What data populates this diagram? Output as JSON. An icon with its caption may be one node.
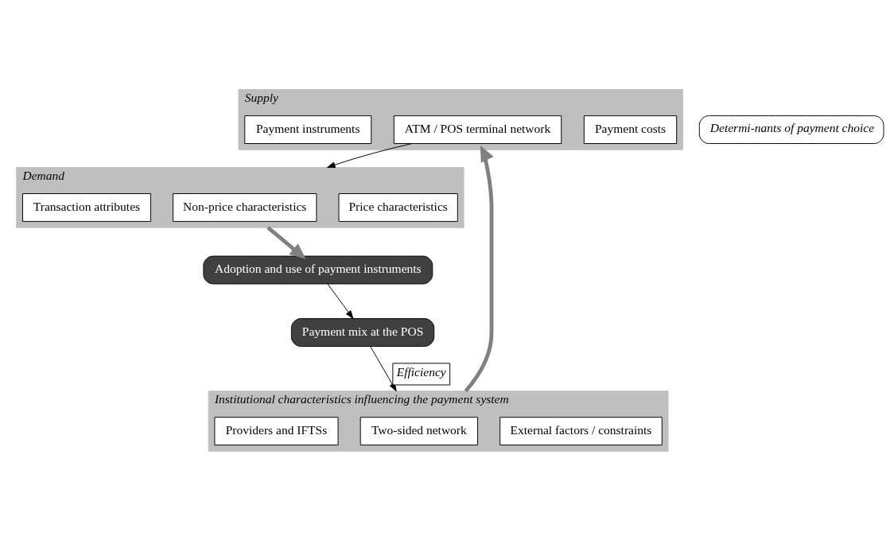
{
  "diagram": {
    "nodes": [
      {
        "text": [
          "Supply"
        ]
      },
      {
        "text": [
          "Payment costs"
        ],
        "in": 0
      },
      {
        "text": [
          "ATM / POS terminal network"
        ],
        "in": 0
      },
      {
        "text": [
          "Payment instruments"
        ],
        "in": 0
      },
      {
        "text": [
          "Demand"
        ]
      },
      {
        "text": [
          "Price characteristics"
        ],
        "in": 4
      },
      {
        "text": [
          "Non-price characteristics"
        ],
        "in": 4
      },
      {
        "text": [
          "Transaction attributes"
        ],
        "in": 4
      },
      {
        "text": [
          "Determi-nants of payment choice"
        ]
      },
      {
        "text": [
          "Institutional characteristics influencing the payment system"
        ]
      },
      {
        "text": [
          "External factors / constraints"
        ],
        "in": 9
      },
      {
        "text": [
          "Two-sided network"
        ],
        "in": 9
      },
      {
        "text": [
          "Providers and IFTSs"
        ],
        "in": 9
      },
      {
        "text": [
          "Adoption and use of payment instruments"
        ]
      },
      {
        "text": [
          "Payment mix at the POS"
        ]
      }
    ],
    "edges": [
      {
        "from": 2,
        "to": 4,
        "arrow": "to"
      },
      {
        "from": 9,
        "to": 0,
        "arrow": "to",
        "style": "thick",
        "color": "#808080"
      },
      {
        "from": 4,
        "to": 13,
        "arrow": "to",
        "style": "thick",
        "color": "#808080"
      },
      {
        "from": 13,
        "to": 14,
        "arrow": "to"
      },
      {
        "from": 14,
        "to": 9,
        "arrow": "to",
        "label": "Efficiency"
      }
    ]
  }
}
